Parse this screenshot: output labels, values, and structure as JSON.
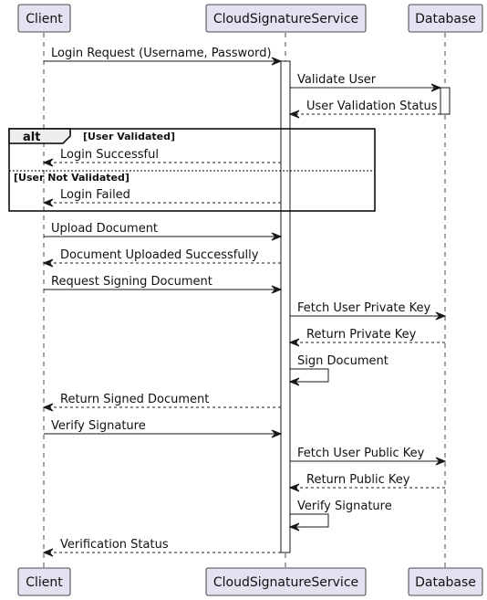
{
  "participants": [
    {
      "name": "Client"
    },
    {
      "name": "CloudSignatureService"
    },
    {
      "name": "Database"
    }
  ],
  "alt": {
    "keyword": "alt",
    "guards": [
      "[User Validated]",
      "[User Not Validated]"
    ]
  },
  "messages": [
    {
      "from": 0,
      "to": 1,
      "label": "Login Request (Username, Password)",
      "style": "solid"
    },
    {
      "from": 1,
      "to": 2,
      "label": "Validate User",
      "style": "solid"
    },
    {
      "from": 2,
      "to": 1,
      "label": "User Validation Status",
      "style": "dashed"
    },
    {
      "from": 1,
      "to": 0,
      "label": "Login Successful",
      "style": "dashed"
    },
    {
      "from": 1,
      "to": 0,
      "label": "Login Failed",
      "style": "dashed"
    },
    {
      "from": 0,
      "to": 1,
      "label": "Upload Document",
      "style": "solid"
    },
    {
      "from": 1,
      "to": 0,
      "label": "Document Uploaded Successfully",
      "style": "dashed"
    },
    {
      "from": 0,
      "to": 1,
      "label": "Request Signing Document",
      "style": "solid"
    },
    {
      "from": 1,
      "to": 2,
      "label": "Fetch User Private Key",
      "style": "solid"
    },
    {
      "from": 2,
      "to": 1,
      "label": "Return Private Key",
      "style": "dashed"
    },
    {
      "from": 1,
      "to": 1,
      "label": "Sign Document",
      "style": "solid"
    },
    {
      "from": 1,
      "to": 0,
      "label": "Return Signed Document",
      "style": "dashed"
    },
    {
      "from": 0,
      "to": 1,
      "label": "Verify Signature",
      "style": "solid"
    },
    {
      "from": 1,
      "to": 2,
      "label": "Fetch User Public Key",
      "style": "solid"
    },
    {
      "from": 2,
      "to": 1,
      "label": "Return Public Key",
      "style": "dashed"
    },
    {
      "from": 1,
      "to": 1,
      "label": "Verify Signature",
      "style": "solid"
    },
    {
      "from": 1,
      "to": 0,
      "label": "Verification Status",
      "style": "dashed"
    }
  ],
  "colors": {
    "participant_fill": "#e2e2f0",
    "participant_border": "#181818",
    "lifeline": "#181818",
    "line": "#181818",
    "activation_fill": "#ffffff",
    "alt_header_fill": "#eeeeee"
  }
}
